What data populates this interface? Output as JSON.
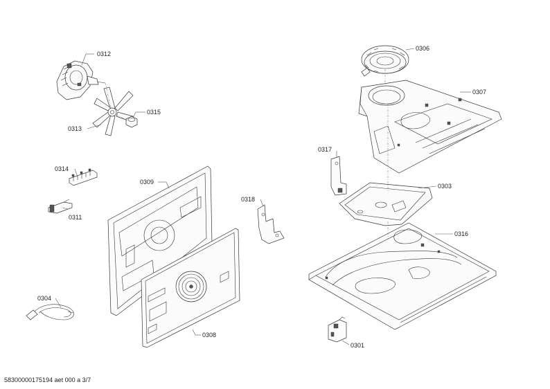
{
  "parts": [
    {
      "id": "0312"
    },
    {
      "id": "0313"
    },
    {
      "id": "0315"
    },
    {
      "id": "0314"
    },
    {
      "id": "0311"
    },
    {
      "id": "0304"
    },
    {
      "id": "0309"
    },
    {
      "id": "0308"
    },
    {
      "id": "0318"
    },
    {
      "id": "0317"
    },
    {
      "id": "0306"
    },
    {
      "id": "0307"
    },
    {
      "id": "0303"
    },
    {
      "id": "0316"
    },
    {
      "id": "0301"
    }
  ],
  "footer": {
    "doc_ref": "58300000175194 aet 000 a 3/7"
  }
}
